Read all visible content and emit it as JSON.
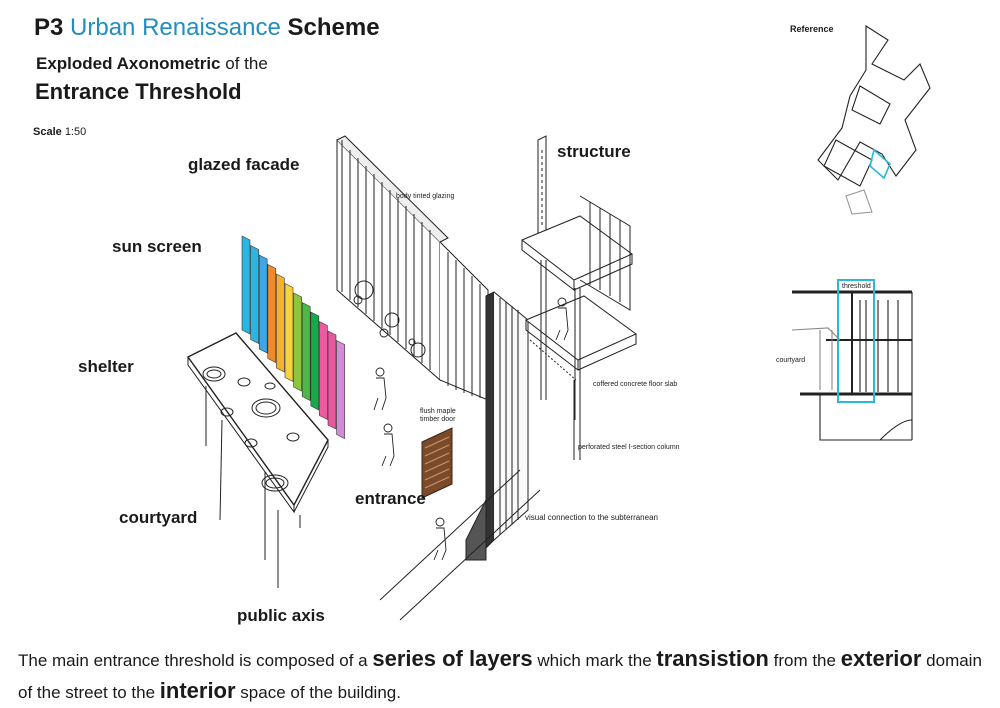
{
  "header": {
    "title_prefix": "P3",
    "title_accent": "Urban Renaissance",
    "title_suffix": "Scheme",
    "subtitle_bold": "Exploded Axonometric",
    "subtitle_rest": "of the",
    "subtitle_line2": "Entrance Threshold",
    "scale_label": "Scale",
    "scale_value": "1:50"
  },
  "labels": {
    "glazed_facade": "glazed facade",
    "sun_screen": "sun screen",
    "shelter": "shelter",
    "courtyard": "courtyard",
    "public_axis": "public axis",
    "entrance": "entrance",
    "structure": "structure"
  },
  "annotations": {
    "body_tinted": "body tinted glazing",
    "flush_door_1": "flush maple",
    "flush_door_2": "timber door",
    "coffered": "coffered concrete floor slab",
    "column": "perforated steel I-section column",
    "visual_connection": "visual connection to the subterranean"
  },
  "reference": {
    "title": "Reference",
    "threshold": "threshold",
    "courtyard": "courtyard"
  },
  "caption": {
    "p1": "The main entrance threshold is composed of a",
    "e1": "series of layers",
    "p2": "which mark the",
    "e2": "transistion",
    "p3": "from the",
    "e3": "exterior",
    "p4": "domain of the street to the",
    "e4": "interior",
    "p5": "space of the building."
  },
  "colors": {
    "accent": "#1f8fc1",
    "highlight": "#29b8d8",
    "door": "#7a4a2a",
    "fins": [
      "#29b6e0",
      "#29b6e0",
      "#3fa6e6",
      "#f08a2a",
      "#f4b22e",
      "#f7d23a",
      "#8cc63f",
      "#4db848",
      "#19a84a",
      "#ec5aa0",
      "#e7579c",
      "#d38ad8"
    ]
  }
}
